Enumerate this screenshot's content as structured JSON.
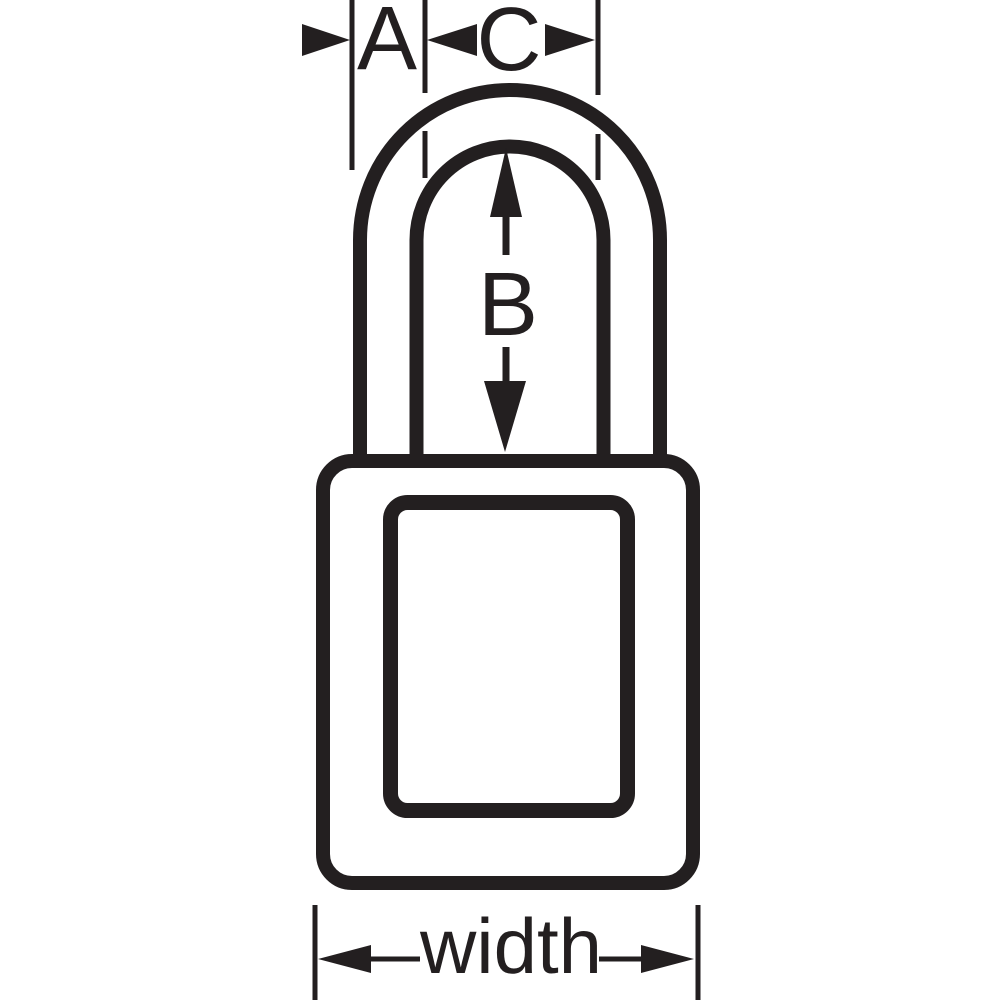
{
  "diagram": {
    "title": "padlock-dimension-diagram",
    "background_color": "#ffffff",
    "ink_color": "#231f20",
    "labels": {
      "a": "A",
      "c": "C",
      "b": "B",
      "width": "width"
    }
  }
}
